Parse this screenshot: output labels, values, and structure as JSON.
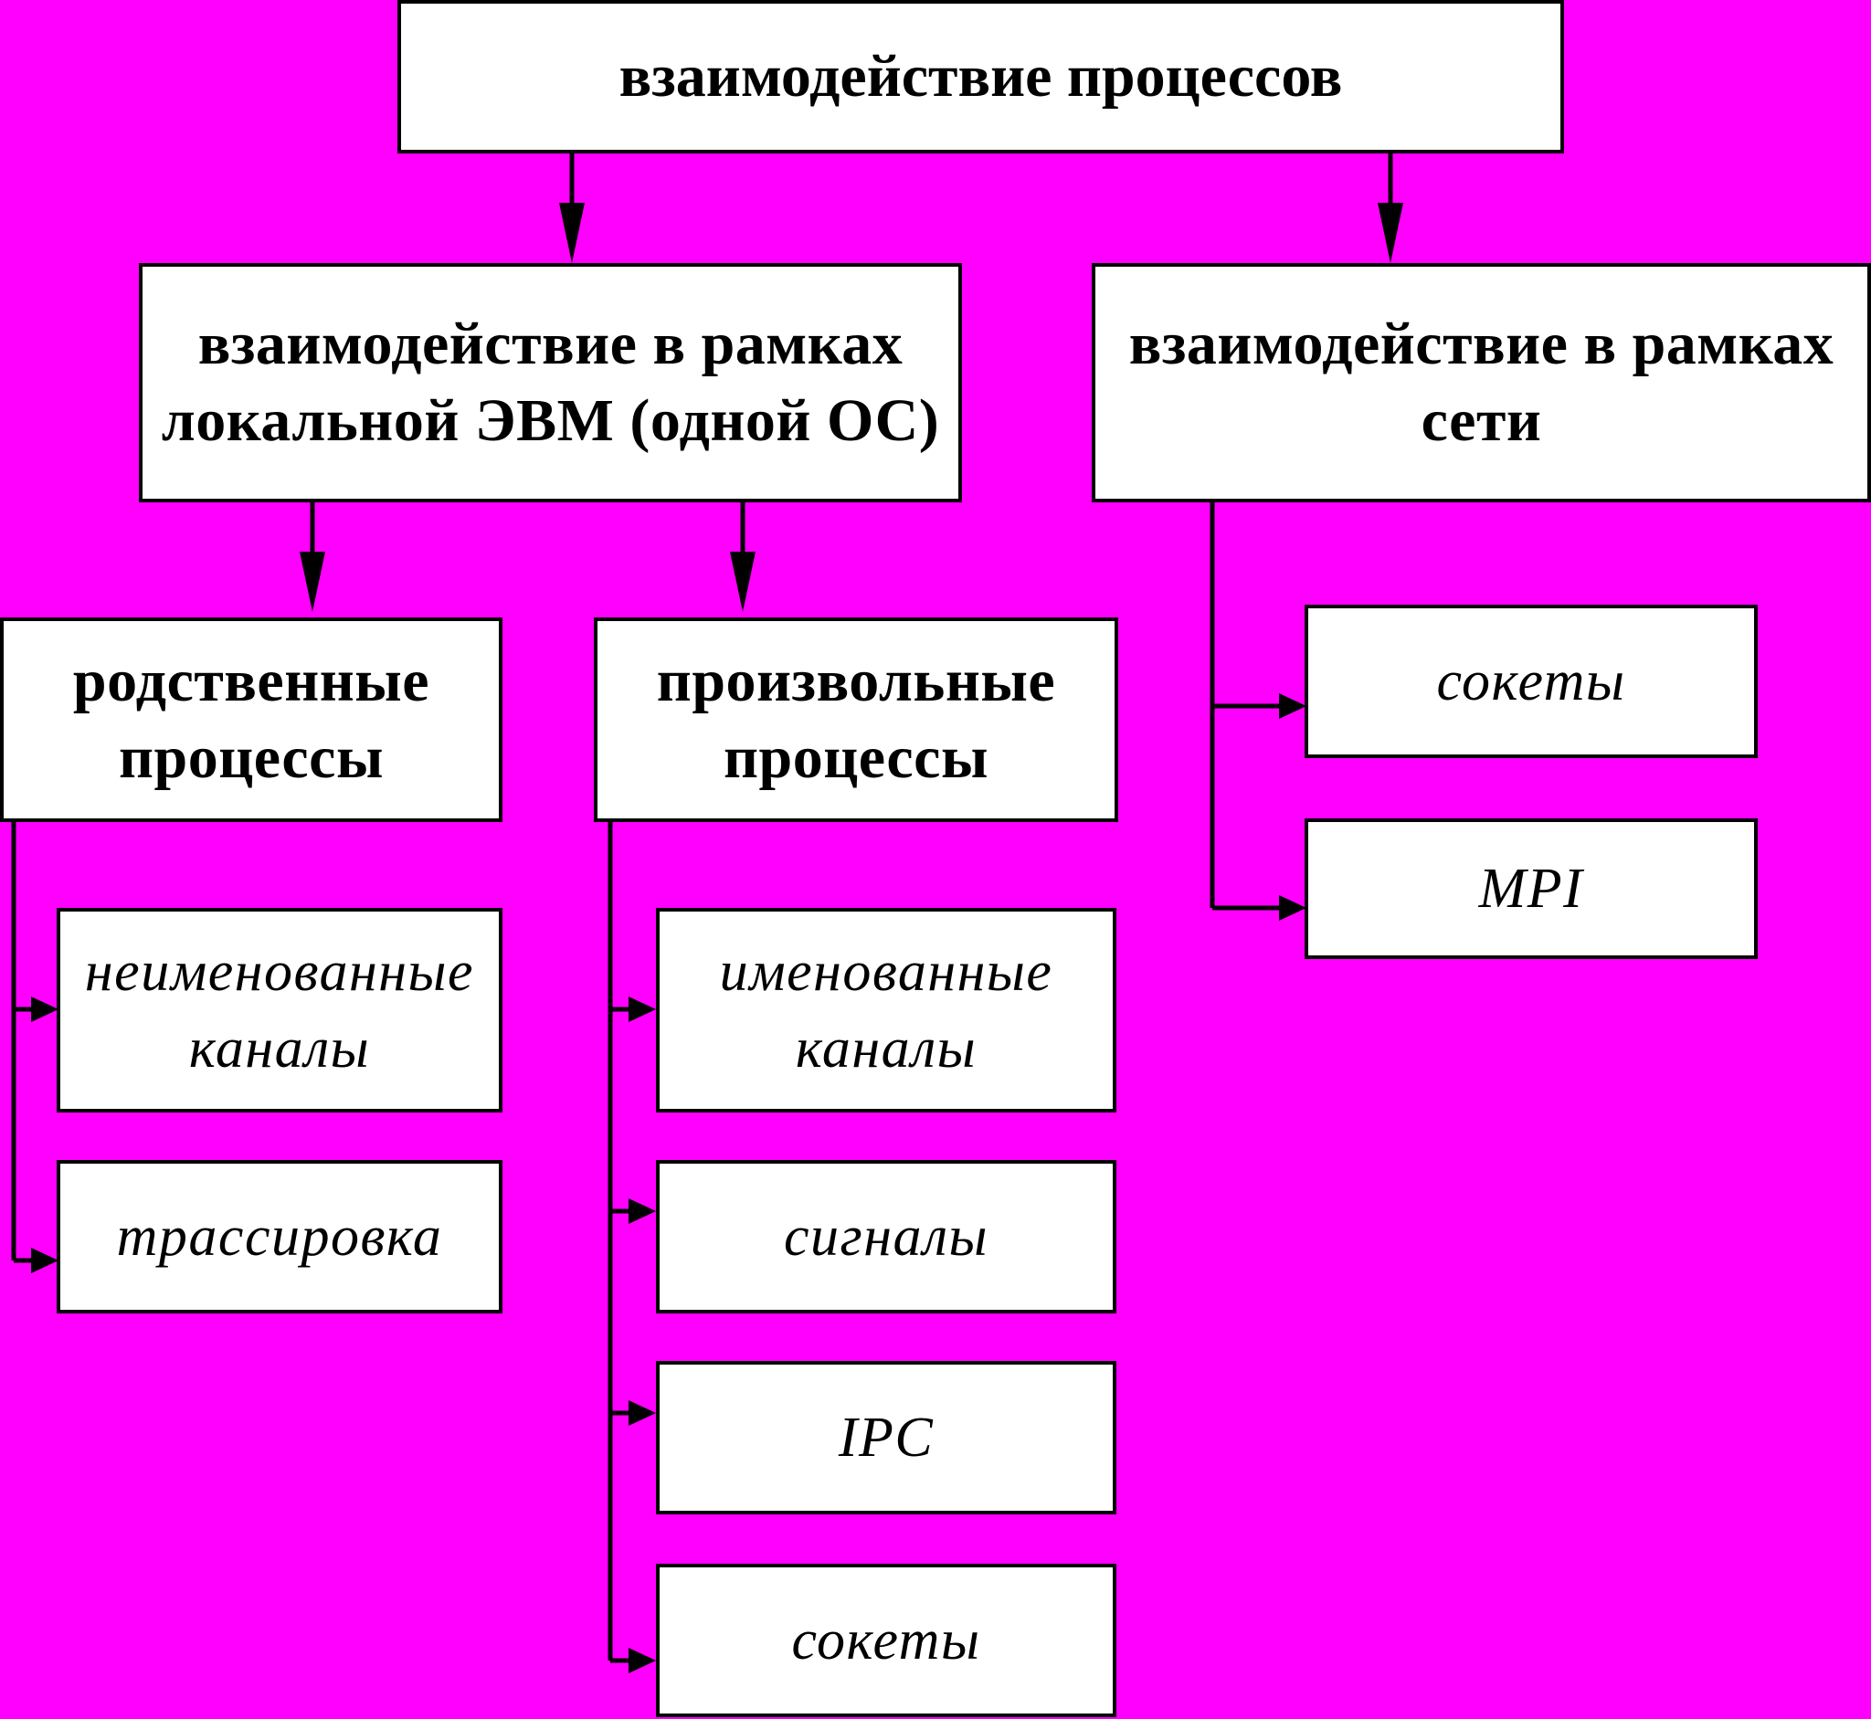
{
  "colors": {
    "background": "#ff00ff",
    "box_fill": "#ffffff",
    "line": "#000000"
  },
  "root": {
    "label": "взаимодействие процессов"
  },
  "local": {
    "line1": "взаимодействие в рамках",
    "line2": "локальной ЭВМ (одной ОС)"
  },
  "network": {
    "line1": "взаимодействие в рамках",
    "line2": "сети"
  },
  "related": {
    "line1": "родственные",
    "line2": "процессы"
  },
  "arbitrary": {
    "line1": "произвольные",
    "line2": "процессы"
  },
  "related_items": {
    "unnamed_pipes": {
      "line1": "неименованные",
      "line2": "каналы"
    },
    "tracing": "трассировка"
  },
  "arbitrary_items": {
    "named_pipes": {
      "line1": "именованные",
      "line2": "каналы"
    },
    "signals": "сигналы",
    "ipc": "IPC",
    "sockets": "сокеты"
  },
  "network_items": {
    "sockets": "сокеты",
    "mpi": "MPI"
  }
}
